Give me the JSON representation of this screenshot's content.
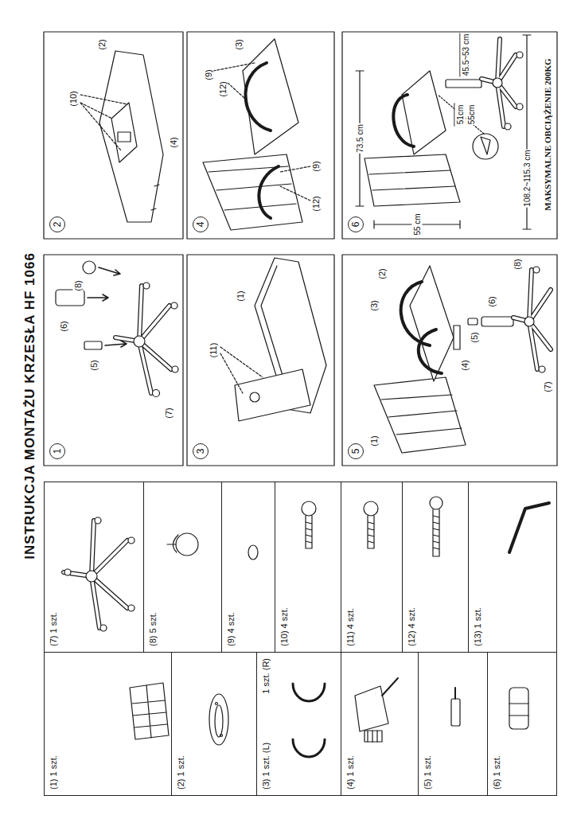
{
  "diagram": {
    "title": "INSTRUKCJA MONTAŻU KRZESŁA HF 1066",
    "nodes": [
      {
        "text": [
          "(1) 1 szt."
        ]
      },
      {
        "text": [
          "(2) 1 szt."
        ]
      },
      {
        "text": [
          "(3) 1 szt. (L)",
          "1 szt. (R)"
        ]
      },
      {
        "text": [
          "(4) 1 szt."
        ]
      },
      {
        "text": [
          "(5) 1 szt."
        ]
      },
      {
        "text": [
          "(6) 1 szt."
        ]
      },
      {
        "text": [
          "(7) 1 szt."
        ]
      },
      {
        "text": [
          "(8) 5 szt."
        ]
      },
      {
        "text": [
          "(9) 4 szt."
        ]
      },
      {
        "text": [
          "(10) 4 szt."
        ]
      },
      {
        "text": [
          "(11) 4 szt."
        ]
      },
      {
        "text": [
          "(12) 4 szt."
        ]
      },
      {
        "text": [
          "(13) 1 szt."
        ]
      },
      {
        "text": [
          "1"
        ]
      },
      {
        "text": [
          "2"
        ]
      },
      {
        "text": [
          "3"
        ]
      },
      {
        "text": [
          "4"
        ]
      },
      {
        "text": [
          "5"
        ]
      },
      {
        "text": [
          "6"
        ]
      }
    ],
    "labels": [
      "(6)",
      "(5)",
      "(8)",
      "(7)",
      "(10)",
      "(2)",
      "(4)",
      "(11)",
      "(1)",
      "(9)",
      "(12)",
      "(3)",
      "(12)",
      "(9)",
      "(1)",
      "(3)",
      "(2)",
      "(8)",
      "(6)",
      "(5)",
      "(4)",
      "(7)",
      "73.5 cm",
      "55 cm",
      "51cm",
      "55cm",
      "45.5~53 cm",
      "108.2~115.3 cm",
      "MAKSYMALNE OBCIĄŻENIE 200KG"
    ]
  }
}
